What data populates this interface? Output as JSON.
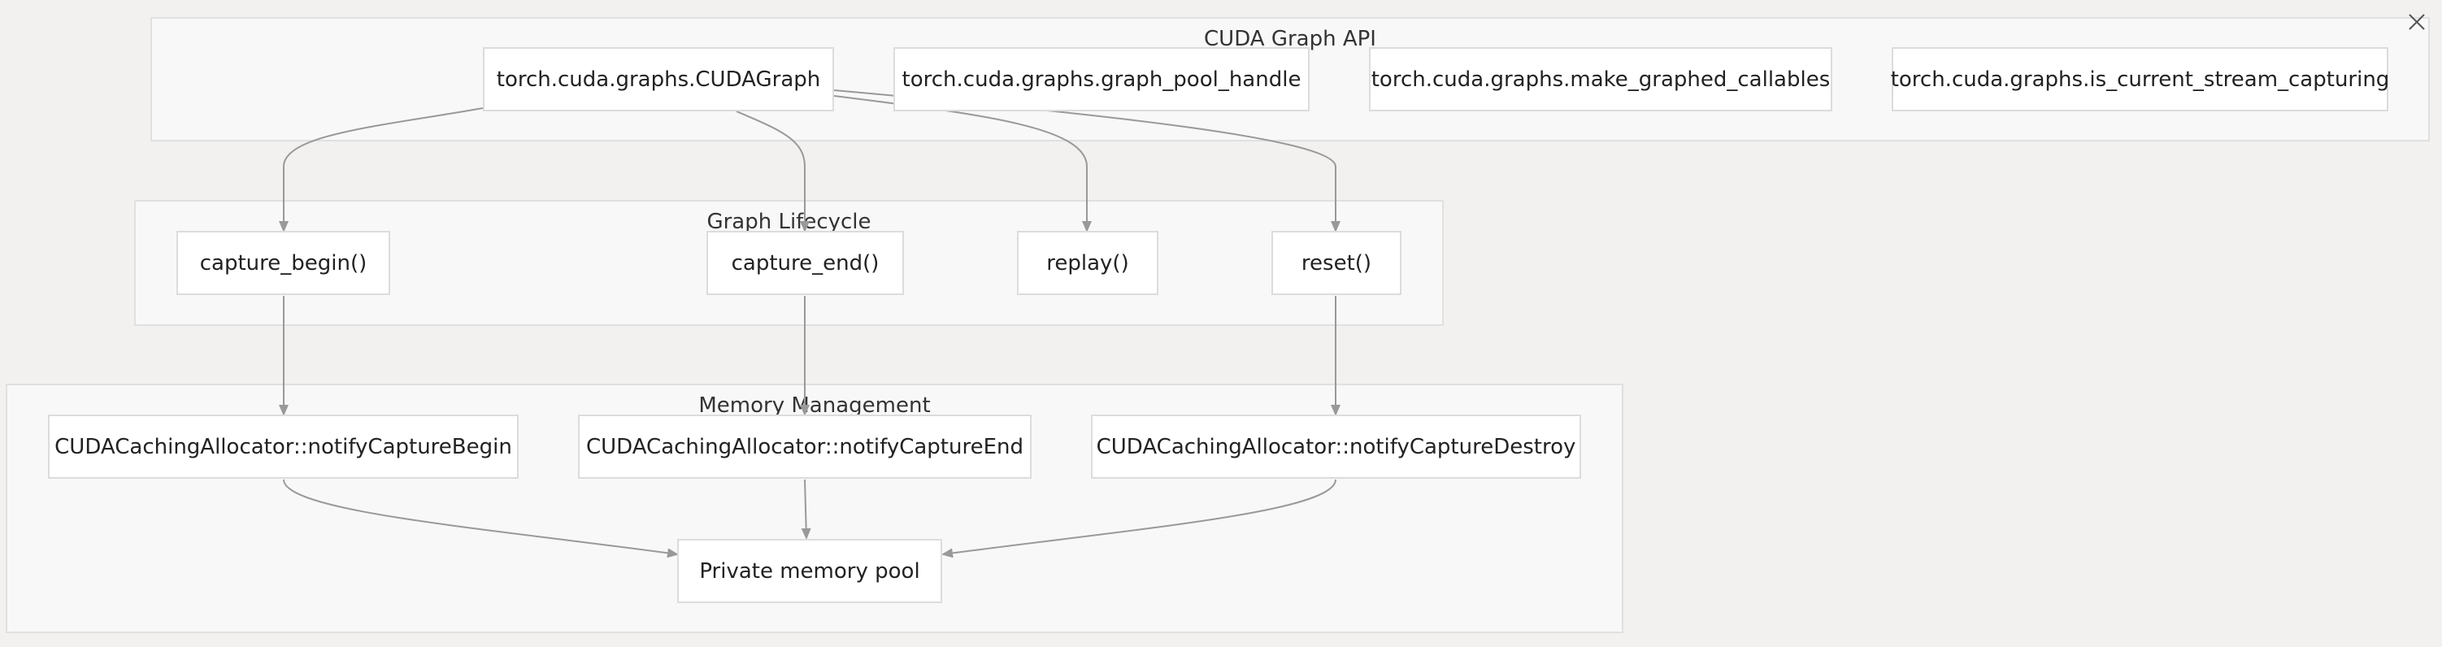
{
  "groups": {
    "api": "CUDA Graph API",
    "lifecycle": "Graph Lifecycle",
    "memory": "Memory Management"
  },
  "nodes": {
    "cudagraph": "torch.cuda.graphs.CUDAGraph",
    "graph_pool_handle": "torch.cuda.graphs.graph_pool_handle",
    "make_graphed_callables": "torch.cuda.graphs.make_graphed_callables",
    "is_current_stream_capturing": "torch.cuda.graphs.is_current_stream_capturing",
    "capture_begin": "capture_begin()",
    "capture_end": "capture_end()",
    "replay": "replay()",
    "reset": "reset()",
    "notify_capture_begin": "CUDACachingAllocator::notifyCaptureBegin",
    "notify_capture_end": "CUDACachingAllocator::notifyCaptureEnd",
    "notify_capture_destroy": "CUDACachingAllocator::notifyCaptureDestroy",
    "private_pool": "Private memory pool"
  },
  "colors": {
    "edge": "#999999",
    "group_fill": "#f8f8f8",
    "group_border": "#e0e0e0",
    "node_fill": "#ffffff",
    "node_border": "#dcdcdc",
    "background": "#f2f1ef"
  },
  "icons": {
    "close": "close-icon"
  }
}
